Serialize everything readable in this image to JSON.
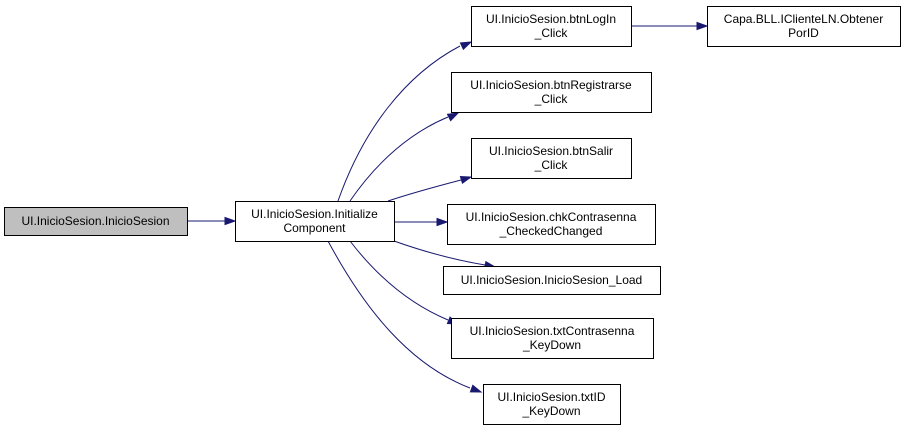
{
  "diagram": {
    "colors": {
      "node_fill": "#ffffff",
      "node_selected_fill": "#bfbfbf",
      "edge": "#191970",
      "border": "#000000"
    },
    "nodes": [
      {
        "id": "n0",
        "lines": [
          "UI.InicioSesion.InicioSesion"
        ],
        "selected": true
      },
      {
        "id": "n1",
        "lines": [
          "UI.InicioSesion.Initialize",
          "Component"
        ]
      },
      {
        "id": "n2",
        "lines": [
          "UI.InicioSesion.btnLogIn",
          "_Click"
        ]
      },
      {
        "id": "n3",
        "lines": [
          "Capa.BLL.IClienteLN.Obtener",
          "PorID"
        ]
      },
      {
        "id": "n4",
        "lines": [
          "UI.InicioSesion.btnRegistrarse",
          "_Click"
        ]
      },
      {
        "id": "n5",
        "lines": [
          "UI.InicioSesion.btnSalir",
          "_Click"
        ]
      },
      {
        "id": "n6",
        "lines": [
          "UI.InicioSesion.chkContrasenna",
          "_CheckedChanged"
        ]
      },
      {
        "id": "n7",
        "lines": [
          "UI.InicioSesion.InicioSesion_Load"
        ]
      },
      {
        "id": "n8",
        "lines": [
          "UI.InicioSesion.txtContrasenna",
          "_KeyDown"
        ]
      },
      {
        "id": "n9",
        "lines": [
          "UI.InicioSesion.txtID",
          "_KeyDown"
        ]
      }
    ],
    "edges": [
      {
        "from": "n0",
        "to": "n1"
      },
      {
        "from": "n1",
        "to": "n2"
      },
      {
        "from": "n2",
        "to": "n3"
      },
      {
        "from": "n1",
        "to": "n4"
      },
      {
        "from": "n1",
        "to": "n5"
      },
      {
        "from": "n1",
        "to": "n6"
      },
      {
        "from": "n1",
        "to": "n7"
      },
      {
        "from": "n1",
        "to": "n8"
      },
      {
        "from": "n1",
        "to": "n9"
      }
    ]
  }
}
